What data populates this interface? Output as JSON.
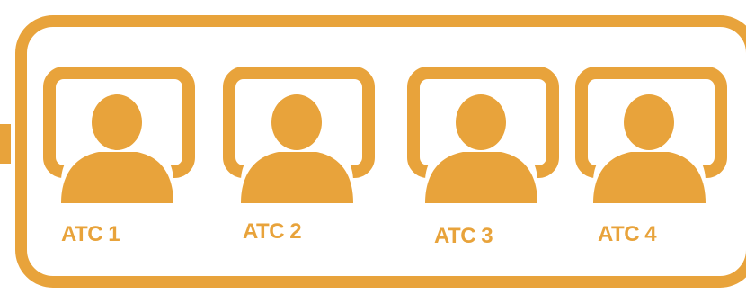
{
  "colors": {
    "accent": "#E8A33B",
    "background": "#FFFFFF"
  },
  "stations": [
    {
      "label": "ATC 1",
      "icon": "monitor-with-person-icon"
    },
    {
      "label": "ATC 2",
      "icon": "monitor-with-person-icon"
    },
    {
      "label": "ATC 3",
      "icon": "monitor-with-person-icon"
    },
    {
      "label": "ATC 4",
      "icon": "monitor-with-person-icon"
    }
  ]
}
